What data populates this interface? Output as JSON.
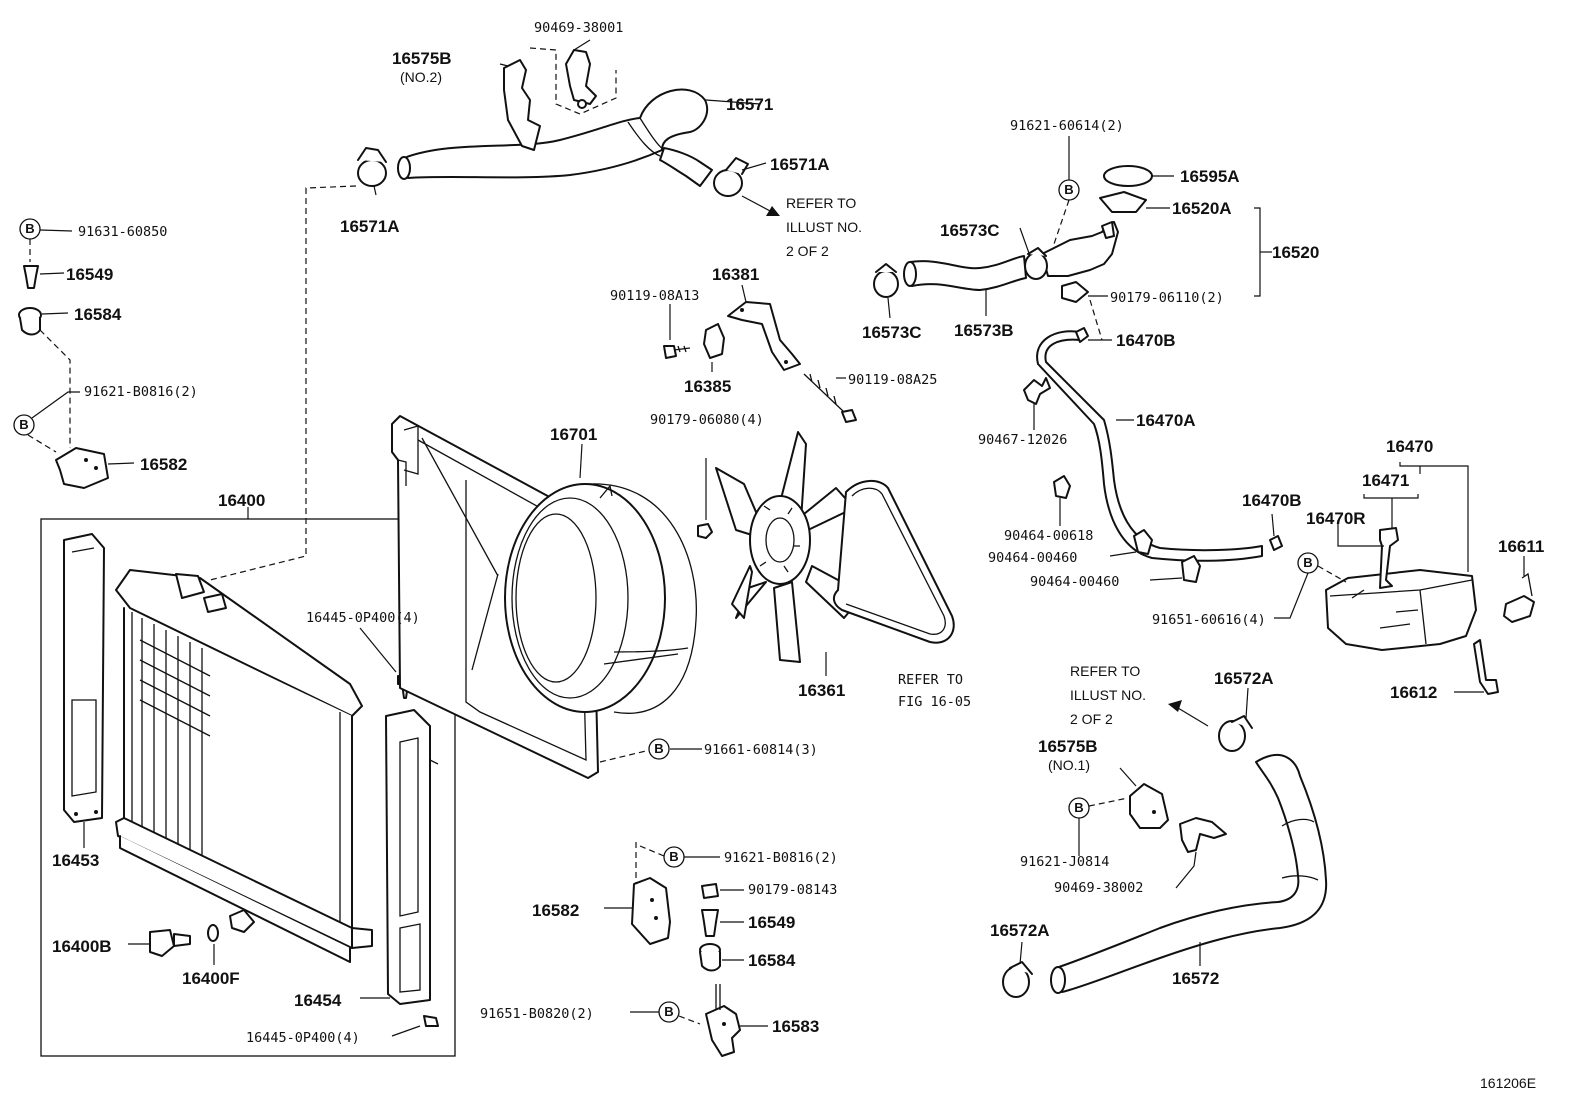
{
  "parts": {
    "p_90469_38001": "90469-38001",
    "p_16575B_top": "16575B",
    "p_no2": "(NO.2)",
    "p_16571": "16571",
    "p_16571A_right": "16571A",
    "p_16571A_left": "16571A",
    "p_91631_60850": "91631-60850",
    "p_16549_top": "16549",
    "p_16584_top": "16584",
    "p_91621_B0816_left": "91621-B0816(2)",
    "p_16582_top": "16582",
    "p_16400": "16400",
    "p_16445_top": "16445-0P400(4)",
    "p_16453": "16453",
    "p_16400B": "16400B",
    "p_16400F": "16400F",
    "p_16454": "16454",
    "p_16445_bottom": "16445-0P400(4)",
    "p_90119_08A13": "90119-08A13",
    "p_16381": "16381",
    "p_16385": "16385",
    "p_90119_08A25": "90119-08A25",
    "p_16701": "16701",
    "p_90179_06080": "90179-06080(4)",
    "p_16361": "16361",
    "p_91661_60814": "91661-60814(3)",
    "p_91621_B0816_mid": "91621-B0816(2)",
    "p_90179_08143": "90179-08143",
    "p_16582_mid": "16582",
    "p_16549_mid": "16549",
    "p_16584_mid": "16584",
    "p_91651_B0820": "91651-B0820(2)",
    "p_16583": "16583",
    "p_91621_60614": "91621-60614(2)",
    "p_16595A": "16595A",
    "p_16520A": "16520A",
    "p_16573C_top": "16573C",
    "p_16520": "16520",
    "p_90179_06110": "90179-06110(2)",
    "p_16573C_bottom": "16573C",
    "p_16573B": "16573B",
    "p_16470B_top": "16470B",
    "p_90467_12026": "90467-12026",
    "p_16470A": "16470A",
    "p_90464_00618": "90464-00618",
    "p_90464_00460_a": "90464-00460",
    "p_90464_00460_b": "90464-00460",
    "p_16470": "16470",
    "p_16471": "16471",
    "p_16470B_mid": "16470B",
    "p_16470R": "16470R",
    "p_16611": "16611",
    "p_91651_60616": "91651-60616(4)",
    "p_16612": "16612",
    "p_16572A_top": "16572A",
    "p_16575B_bottom": "16575B",
    "p_no1": "(NO.1)",
    "p_91621_J0814": "91621-J0814",
    "p_90469_38002": "90469-38002",
    "p_16572A_bottom": "16572A",
    "p_16572": "16572"
  },
  "notes": {
    "refer_top_1": "REFER TO",
    "refer_top_2": "ILLUST NO.",
    "refer_top_3": "2 OF 2",
    "refer_fig_1": "REFER TO",
    "refer_fig_2": "FIG 16-05",
    "refer_bot_1": "REFER TO",
    "refer_bot_2": "ILLUST NO.",
    "refer_bot_3": "2 OF 2"
  },
  "bolt_marker": "B",
  "figure_id": "161206E"
}
